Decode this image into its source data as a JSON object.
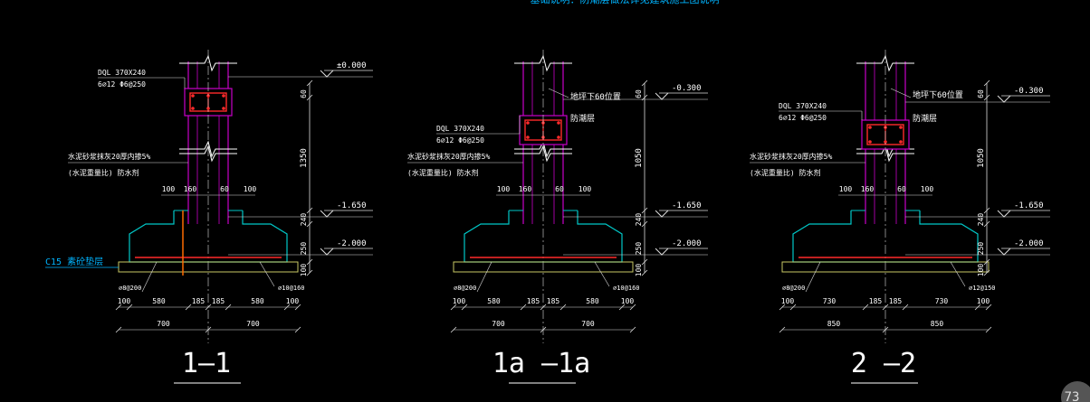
{
  "top_note": "基础说明：防潮层做法详见建筑施工图说明",
  "colors": {
    "wall": "#c800c8",
    "concrete": "#00c8c8",
    "rebar": "#ff2a2a",
    "cushion": "#c8c864",
    "dim": "#dcdcdc",
    "label": "#ffffff",
    "center": "#ff6a00",
    "cushion_label": "#00b4ff"
  },
  "sections": [
    {
      "id": "1-1",
      "title": "1—1",
      "beam_label": "DQL 370X240",
      "beam_rebar": "6⌀12  Φ6@250",
      "top_elev": "±0.000",
      "elev_1": "-1.650",
      "elev_2": "-2.000",
      "wall_note": null,
      "moisture_note": null,
      "plaster_1": "水泥砂浆抹灰20厚内掺5%",
      "plaster_2": "(水泥重量比) 防水剂",
      "dim_vert_upper": "60",
      "dim_vert_main": "1350",
      "dim_vert_240": "240",
      "dim_vert_250": "250",
      "dim_vert_100": "100",
      "step_dims": [
        "100",
        "160",
        "60",
        "100"
      ],
      "bottom_dims": [
        "100",
        "580",
        "185",
        "185",
        "580",
        "100"
      ],
      "half_dims": [
        "700",
        "700"
      ],
      "rebar_left": "⌀8@200",
      "rebar_right": "⌀10@160",
      "cushion_label": "C15 素砼垫层"
    },
    {
      "id": "1a-1a",
      "title": "1a —1a",
      "beam_label": "DQL 370X240",
      "beam_rebar": "6⌀12  Φ6@250",
      "top_elev": "-0.300",
      "elev_1": "-1.650",
      "elev_2": "-2.000",
      "wall_note": "地坪下60位置",
      "moisture_note": "防潮层",
      "plaster_1": "水泥砂浆抹灰20厚内掺5%",
      "plaster_2": "(水泥重量比) 防水剂",
      "dim_vert_upper": "60",
      "dim_vert_main": "1050",
      "dim_vert_240": "240",
      "dim_vert_250": "250",
      "dim_vert_100": "100",
      "step_dims": [
        "100",
        "160",
        "60",
        "100"
      ],
      "bottom_dims": [
        "100",
        "580",
        "185",
        "185",
        "580",
        "100"
      ],
      "half_dims": [
        "700",
        "700"
      ],
      "rebar_left": "⌀8@200",
      "rebar_right": "⌀10@160",
      "cushion_label": null
    },
    {
      "id": "2-2",
      "title": "2 —2",
      "beam_label": "DQL 370X240",
      "beam_rebar": "6⌀12  Φ6@250",
      "top_elev": "-0.300",
      "elev_1": "-1.650",
      "elev_2": "-2.000",
      "wall_note": "地坪下60位置",
      "moisture_note": "防潮层",
      "plaster_1": "水泥砂浆抹灰20厚内掺5%",
      "plaster_2": "(水泥重量比) 防水剂",
      "dim_vert_upper": "60",
      "dim_vert_main": "1050",
      "dim_vert_240": "240",
      "dim_vert_250": "250",
      "dim_vert_100": "100",
      "step_dims": [
        "100",
        "160",
        "60",
        "100"
      ],
      "bottom_dims": [
        "100",
        "730",
        "185",
        "185",
        "730",
        "100"
      ],
      "half_dims": [
        "850",
        "850"
      ],
      "rebar_left": "⌀8@200",
      "rebar_right": "⌀12@150",
      "cushion_label": null
    }
  ],
  "corner_badge": "73"
}
